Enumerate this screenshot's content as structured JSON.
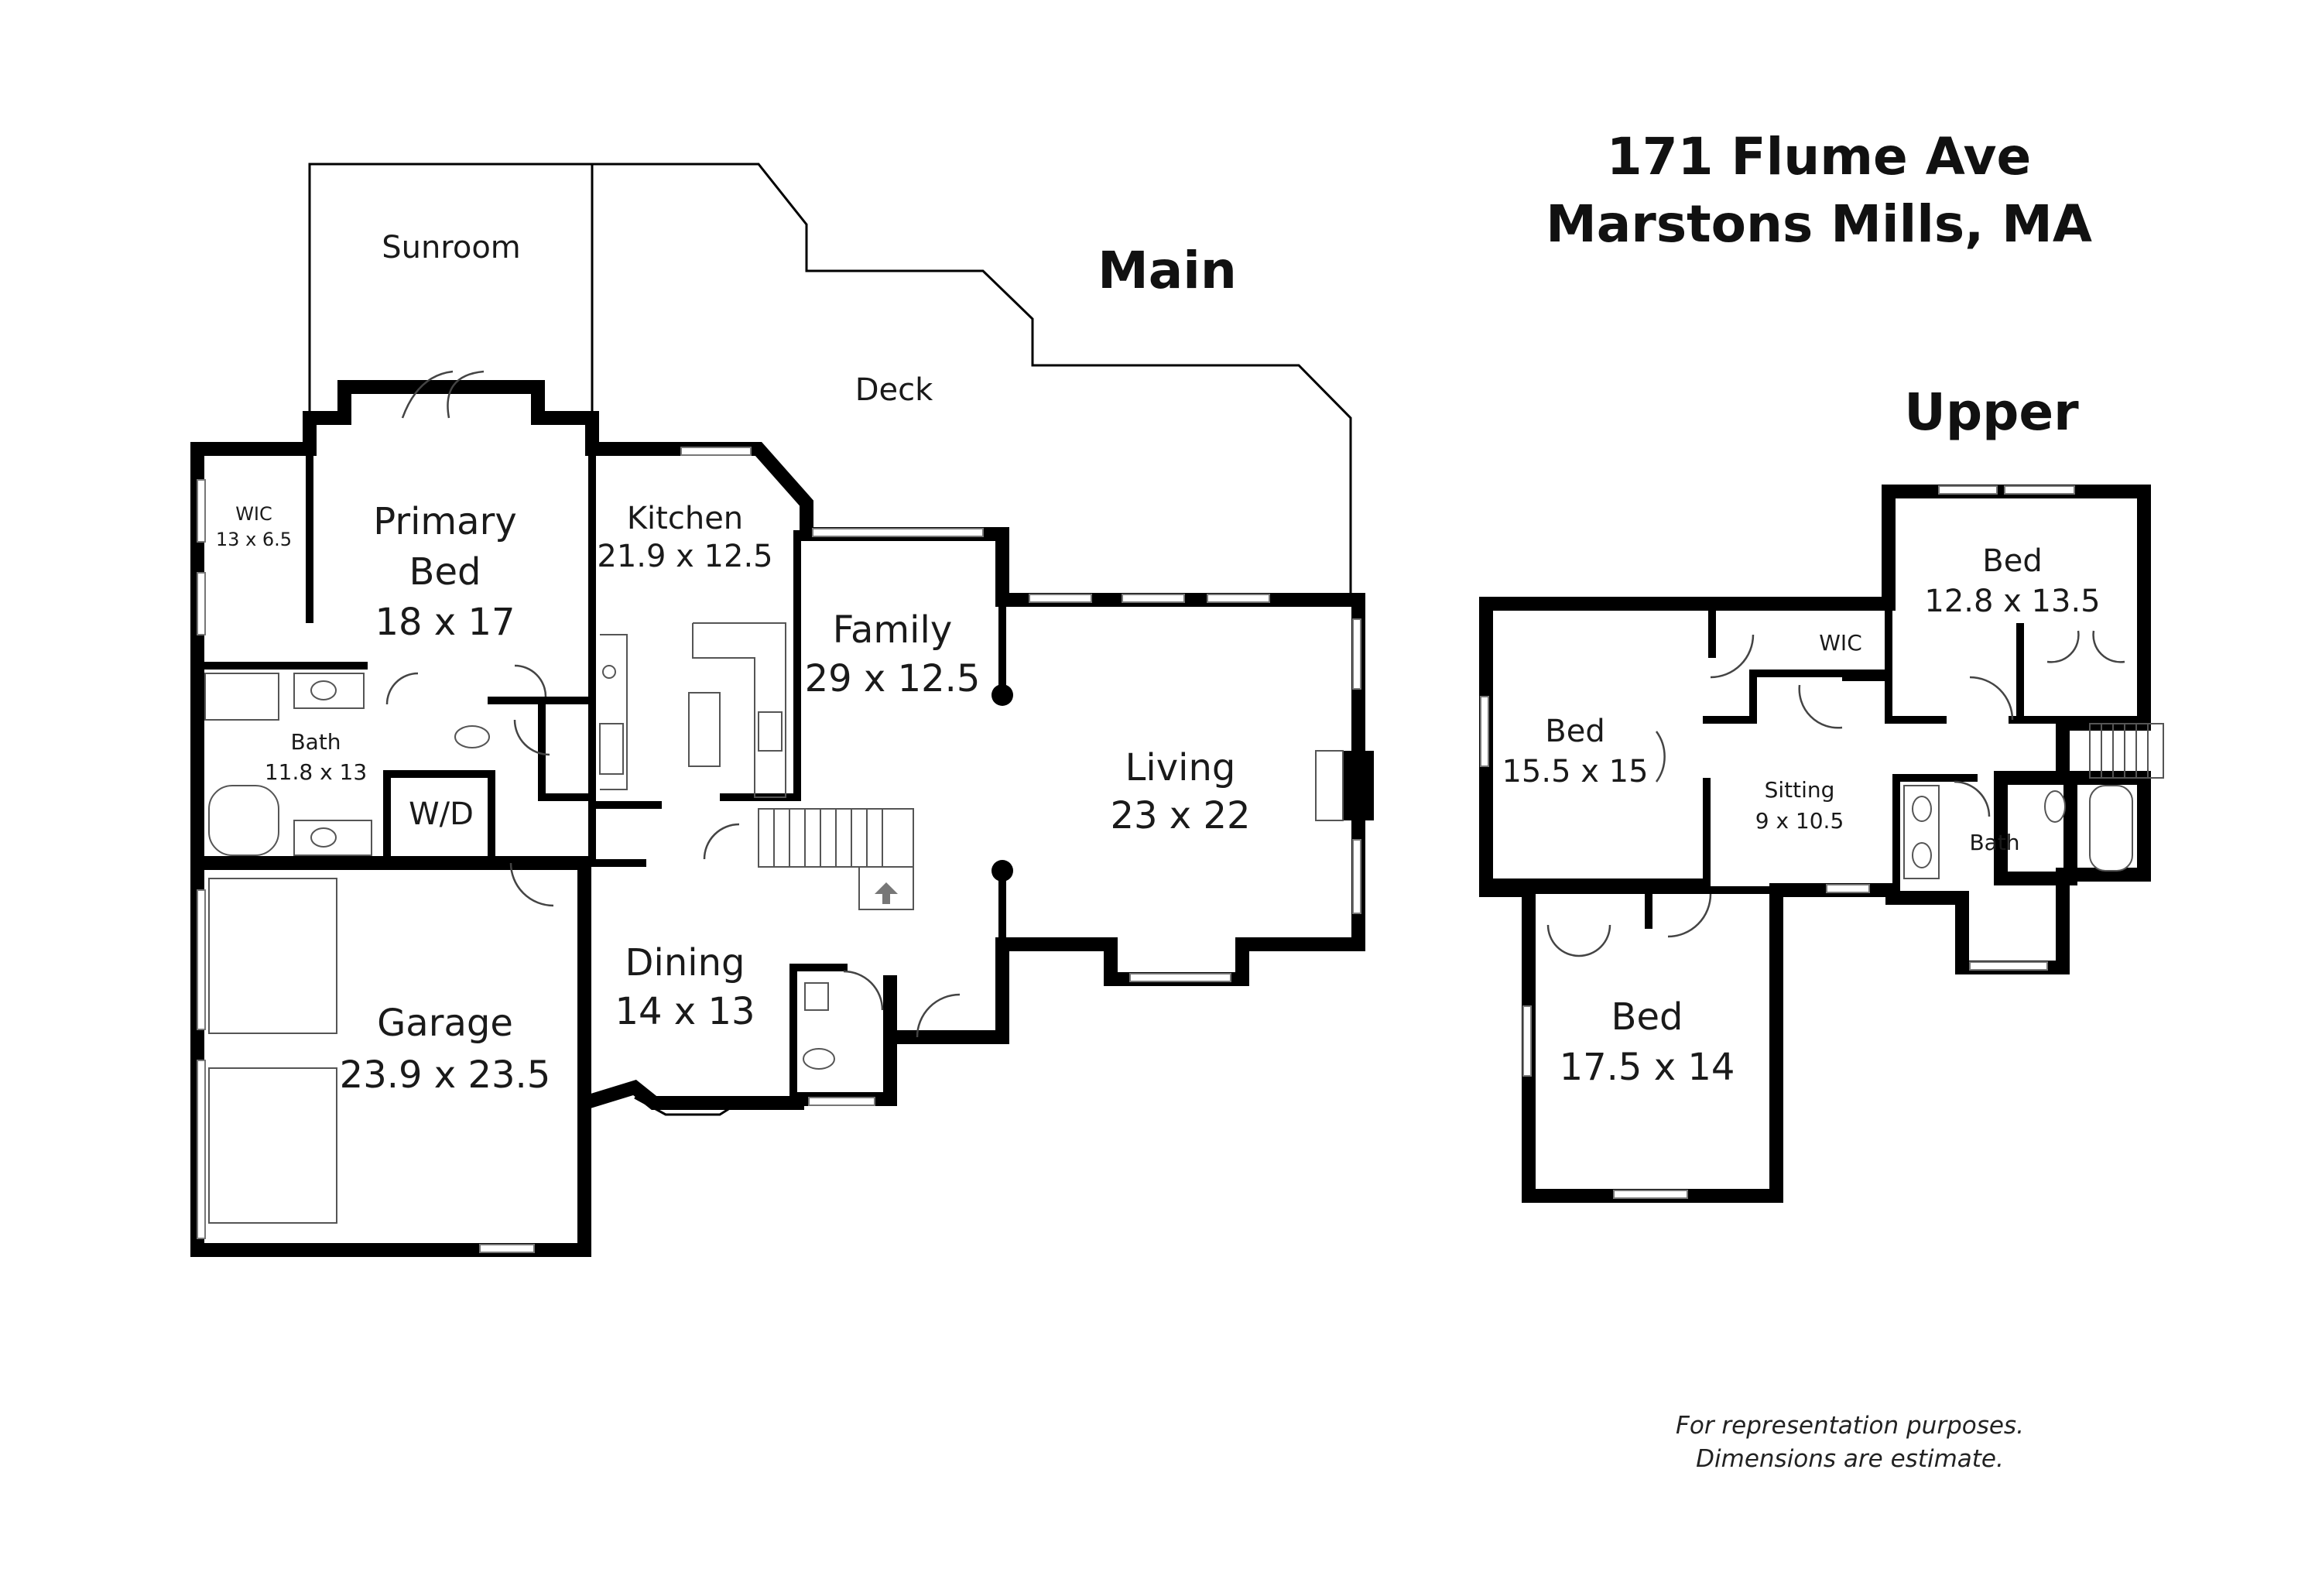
{
  "address": {
    "line1": "171 Flume Ave",
    "line2": "Marstons Mills, MA"
  },
  "floors": {
    "main": {
      "label": "Main",
      "rooms": [
        {
          "id": "sunroom",
          "name": "Sunroom",
          "dims": ""
        },
        {
          "id": "deck",
          "name": "Deck",
          "dims": ""
        },
        {
          "id": "wic-main",
          "name": "WIC",
          "dims": "13 x 6.5"
        },
        {
          "id": "primary-bed",
          "name": "Primary Bed",
          "name_line1": "Primary",
          "name_line2": "Bed",
          "dims": "18 x 17"
        },
        {
          "id": "kitchen",
          "name": "Kitchen",
          "dims": "21.9 x 12.5"
        },
        {
          "id": "family",
          "name": "Family",
          "dims": "29 x 12.5"
        },
        {
          "id": "living",
          "name": "Living",
          "dims": "23 x 22"
        },
        {
          "id": "bath-main",
          "name": "Bath",
          "dims": "11.8 x 13"
        },
        {
          "id": "wd",
          "name": "W/D",
          "dims": ""
        },
        {
          "id": "dining",
          "name": "Dining",
          "dims": "14 x 13"
        },
        {
          "id": "garage",
          "name": "Garage",
          "dims": "23.9 x 23.5"
        }
      ]
    },
    "upper": {
      "label": "Upper",
      "rooms": [
        {
          "id": "bed-upper-1",
          "name": "Bed",
          "dims": "12.8 x 13.5"
        },
        {
          "id": "wic-upper",
          "name": "WIC",
          "dims": ""
        },
        {
          "id": "bed-upper-2",
          "name": "Bed",
          "dims": "15.5 x 15"
        },
        {
          "id": "sitting",
          "name": "Sitting",
          "dims": "9 x 10.5"
        },
        {
          "id": "bath-upper",
          "name": "Bath",
          "dims": ""
        },
        {
          "id": "bed-upper-3",
          "name": "Bed",
          "dims": "17.5 x 14"
        }
      ]
    }
  },
  "disclaimer": {
    "line1": "For representation purposes.",
    "line2": "Dimensions are estimate."
  },
  "colors": {
    "wall": "#000000",
    "background": "#ffffff",
    "text": "#1a1a1a"
  }
}
